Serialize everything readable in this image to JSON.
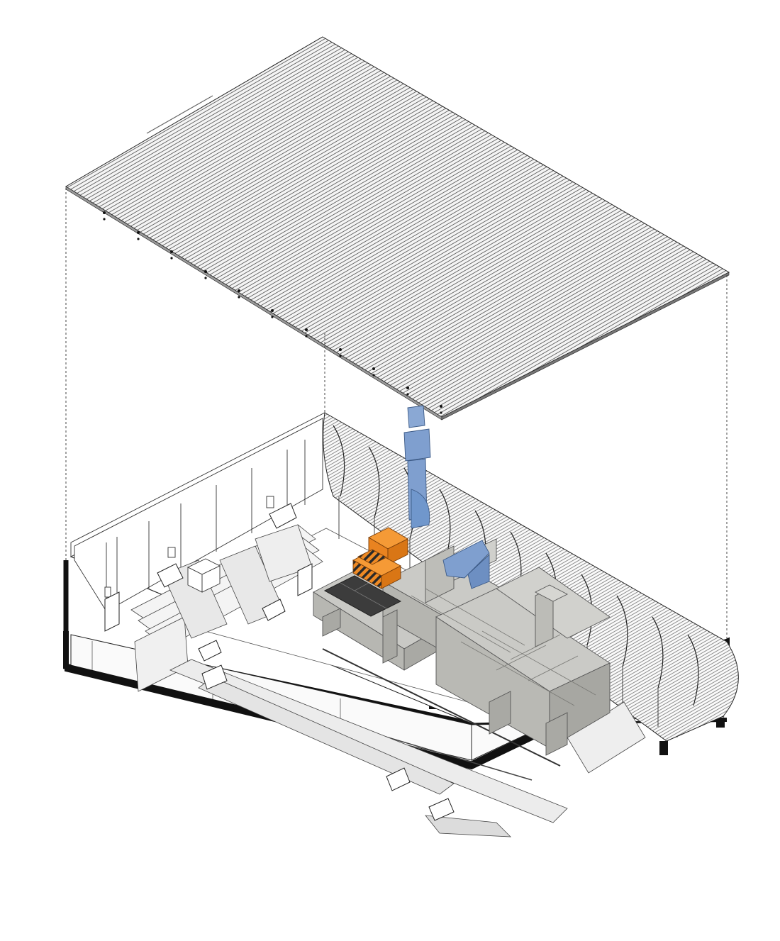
{
  "diagram": {
    "kind": "exploded axonometric",
    "colors": {
      "line": "#1a1a1a",
      "roof_hatch": "#222222",
      "roof_fill": "#f3f3f3",
      "floor": "#ffffff",
      "base_section": "#111111",
      "grey_blocks": "#c9c9c5",
      "grey_blocks_dark": "#a9a9a4",
      "dark_platform": "#3c3c3c",
      "orange": "#ef8a24",
      "blue": "#7fa0cf"
    },
    "elements": [
      "roof-slab",
      "projection-lines",
      "hanging-light-fixtures",
      "curved-truss-wall",
      "seating-tiers",
      "stairs",
      "grey-block-stack",
      "orange-boxes",
      "blue-ducts",
      "building-base-section"
    ]
  }
}
